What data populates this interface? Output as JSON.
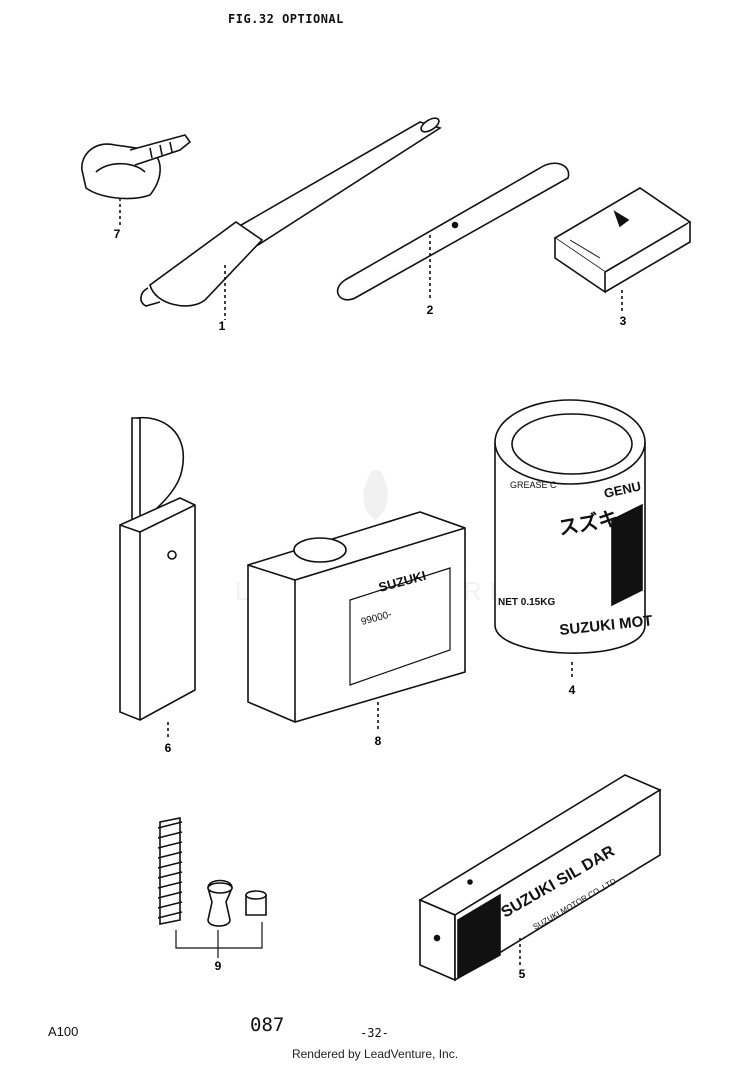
{
  "header": {
    "title": "FIG.32  OPTIONAL"
  },
  "parts": [
    {
      "ref": "1"
    },
    {
      "ref": "2"
    },
    {
      "ref": "3"
    },
    {
      "ref": "4",
      "can_text": [
        "GENU",
        "GREASE C",
        "スズキ",
        "SUZUKI MOT",
        "NET 0.15KG"
      ]
    },
    {
      "ref": "5",
      "box_text": [
        "SUZUKI SIL DAR",
        "SUZUKI MOTOR CO.,LTD"
      ]
    },
    {
      "ref": "6"
    },
    {
      "ref": "7"
    },
    {
      "ref": "8",
      "can_text": [
        "SUZUKI",
        "99000-"
      ]
    },
    {
      "ref": "9"
    }
  ],
  "watermark": "LEADVENTURE",
  "footer": {
    "model": "A100",
    "code": "087",
    "page": "-32-",
    "credit": "Rendered by LeadVenture, Inc."
  }
}
